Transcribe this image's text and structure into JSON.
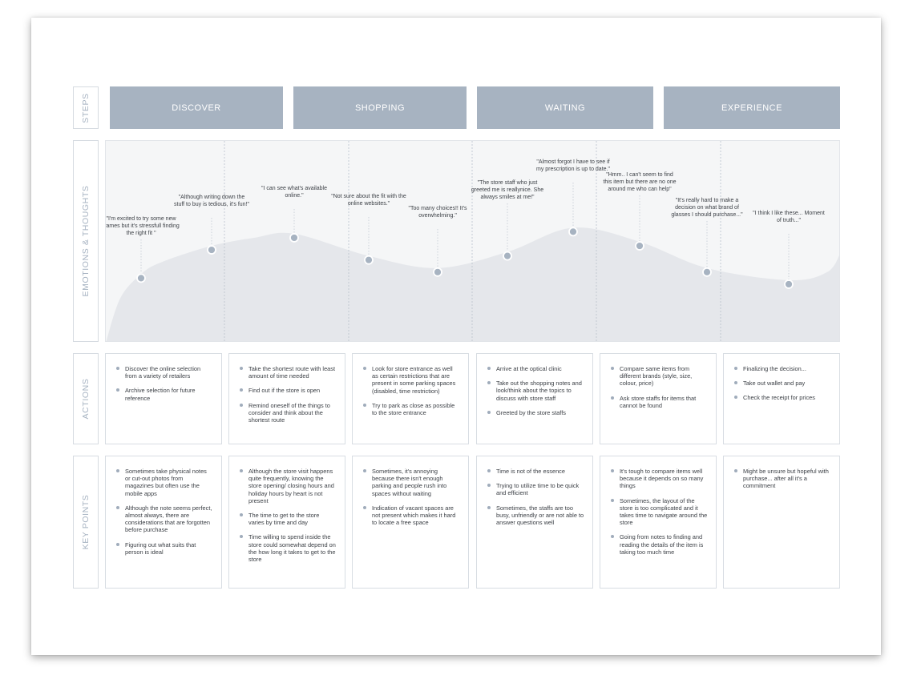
{
  "row_labels": {
    "steps": "STEPS",
    "emotions": "EMOTIONS & THOUGHTS",
    "actions": "ACTIONS",
    "key_points": "KEY POINTS"
  },
  "steps": [
    "DISCOVER",
    "SHOPPING",
    "WAITING",
    "EXPERIENCE"
  ],
  "emotions": [
    {
      "level": 0.32,
      "quote": "\"I'm excited to try some new frames but it's stressfull finding the right fit \""
    },
    {
      "level": 0.46,
      "quote": "\"Although writing down the stuff to buy is tedious, it's fun!\""
    },
    {
      "level": 0.52,
      "quote": "\"I can see what's available online.\""
    },
    {
      "level": 0.41,
      "quote": "\"Not sure about the fit with the online websites.\""
    },
    {
      "level": 0.35,
      "quote": "\"Too many choices!! It's overwhelming.\""
    },
    {
      "level": 0.43,
      "quote": "\"The store staff who just greeted me is reallynice. She always smiles at me!\""
    },
    {
      "level": 0.55,
      "quote": "\"Almost forgot I have to see if my prescription is up to date.\""
    },
    {
      "level": 0.48,
      "quote": "\"Hmm.. I can't seem to find this item but there are no one around me who can help\""
    },
    {
      "level": 0.35,
      "quote": "\"It's really hard to make a decision on what brand of glasses I should purchase...\""
    },
    {
      "level": 0.29,
      "quote": "\"I think I like these... Moment of truth...\""
    }
  ],
  "actions": [
    [
      "Discover the online selection from a variety of retailers",
      "Archive selection for future reference"
    ],
    [
      "Take the shortest route with least amount of time needed",
      "Find out if the store is open",
      "Remind oneself of the things to consider and think about the shortest route"
    ],
    [
      "Look for store entrance as well as certain restrictions that are present in some parking spaces (disabled, time restriction)",
      "Try to park as close as possible to the store entrance"
    ],
    [
      "Arrive at the optical clinic",
      "Take out the shopping notes and look/think about the topics to discuss with store staff",
      "Greeted by the store staffs"
    ],
    [
      "Compare same items from different brands (style, size, colour, price)",
      "Ask store staffs for items that cannot be found"
    ],
    [
      "Finalizing the decision...",
      "Take out wallet and pay",
      "Check the receipt for prices"
    ]
  ],
  "key_points": [
    [
      "Sometimes take physical notes or cut-out photos from magazines but often use the mobile apps",
      "Although the note seems perfect, almost always, there are considerations that are forgotten before purchase",
      "Figuring out what suits that person is ideal"
    ],
    [
      "Although the store visit happens quite frequently, knowing the store opening/ closing hours and holiday hours by heart is not present",
      "The time to get to the store varies by time and day",
      "Time willing to spend inside the store could somewhat depend on the how long it takes to get to the store"
    ],
    [
      "Sometimes, it's annoying because there isn't enough parking and people rush into spaces without waiting",
      "Indication of vacant spaces are not present which makes it hard to locate a free space"
    ],
    [
      "Time is not of the essence",
      "Trying to utilize time to be quick and efficient",
      "Sometimes, the staffs are too busy, unfriendly or are not able to answer questions well"
    ],
    [
      "It's tough to compare items well because it depends on so many things",
      "Sometimes, the layout of the store is too complicated and it takes time to navigate around the store",
      "Going from notes to finding and reading the details of the item is taking too much time"
    ],
    [
      "Might be unsure but hopeful with purchase... after all it's a commitment"
    ]
  ],
  "colors": {
    "step_fill": "#a7b3c1",
    "curve_fill": "#e5e7eb",
    "dot": "#a7b3c1",
    "label_text": "#a7b3c2"
  }
}
